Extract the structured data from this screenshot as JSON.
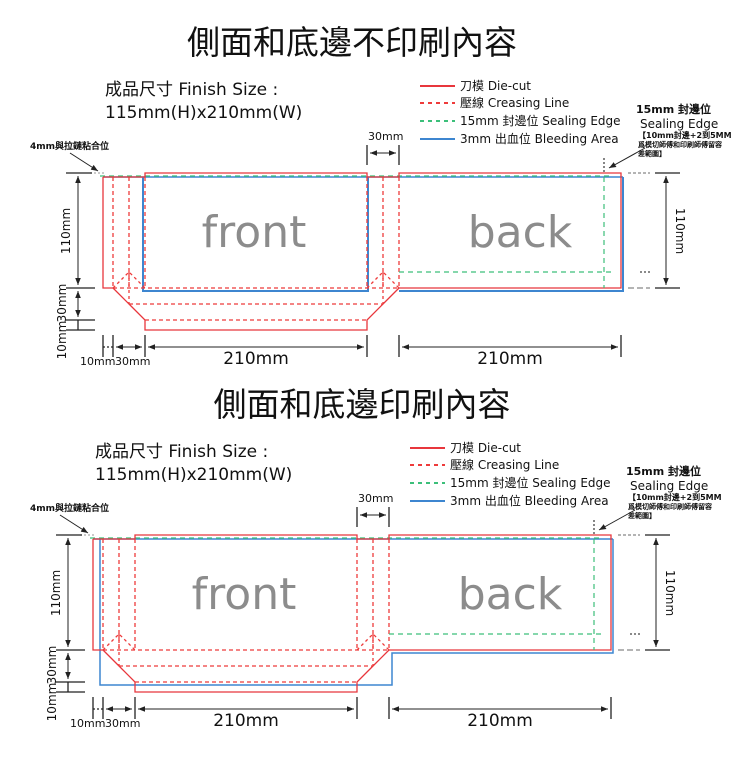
{
  "colors": {
    "diecut": "#e8363c",
    "crease": "#ee3b3b",
    "sealing": "#3cbf7a",
    "bleed": "#3d86d0",
    "dimension": "#222222",
    "panel_text": "#8c8c8c"
  },
  "diagrams": [
    {
      "title": "側面和底邊不印刷內容",
      "finish_label": "成品尺寸  Finish Size :",
      "finish_size": "115mm(H)x210mm(W)",
      "legend": [
        "刀模  Die-cut",
        "壓線  Creasing Line",
        "15mm 封邊位   Sealing Edge",
        "3mm 出血位 Bleeding Area"
      ],
      "seal_note_title": "15mm 封邊位",
      "seal_note_sub": "Sealing Edge",
      "seal_note_line1": "【10mm封邊+2到5MM",
      "seal_note_line2": "爲模切師傅和印刷師傅留容",
      "seal_note_line3": "差範圍】",
      "glue_note": "4mm與拉鏈粘合位",
      "dim_side": "30mm",
      "dim_height": "110mm",
      "dim_tab30": "30mm",
      "dim_tab10": "10mm",
      "dim_flap10": "10mm",
      "dim_flap30": "30mm",
      "dim_front": "210mm",
      "dim_back": "210mm",
      "dim_right": "110mm",
      "front": "front",
      "back": "back",
      "bleed_covers_sides": false
    },
    {
      "title": "側面和底邊印刷內容",
      "finish_label": "成品尺寸  Finish Size :",
      "finish_size": "115mm(H)x210mm(W)",
      "legend": [
        "刀模  Die-cut",
        "壓線  Creasing Line",
        "15mm 封邊位   Sealing Edge",
        "3mm 出血位 Bleeding Area"
      ],
      "seal_note_title": "15mm 封邊位",
      "seal_note_sub": "Sealing Edge",
      "seal_note_line1": "【10mm封邊+2到5MM",
      "seal_note_line2": "爲模切師傅和印刷師傅留容",
      "seal_note_line3": "差範圍】",
      "glue_note": "4mm與拉鏈粘合位",
      "dim_side": "30mm",
      "dim_height": "110mm",
      "dim_tab30": "30mm",
      "dim_tab10": "10mm",
      "dim_flap10": "10mm",
      "dim_flap30": "30mm",
      "dim_front": "210mm",
      "dim_back": "210mm",
      "dim_right": "110mm",
      "front": "front",
      "back": "back",
      "bleed_covers_sides": true
    }
  ]
}
